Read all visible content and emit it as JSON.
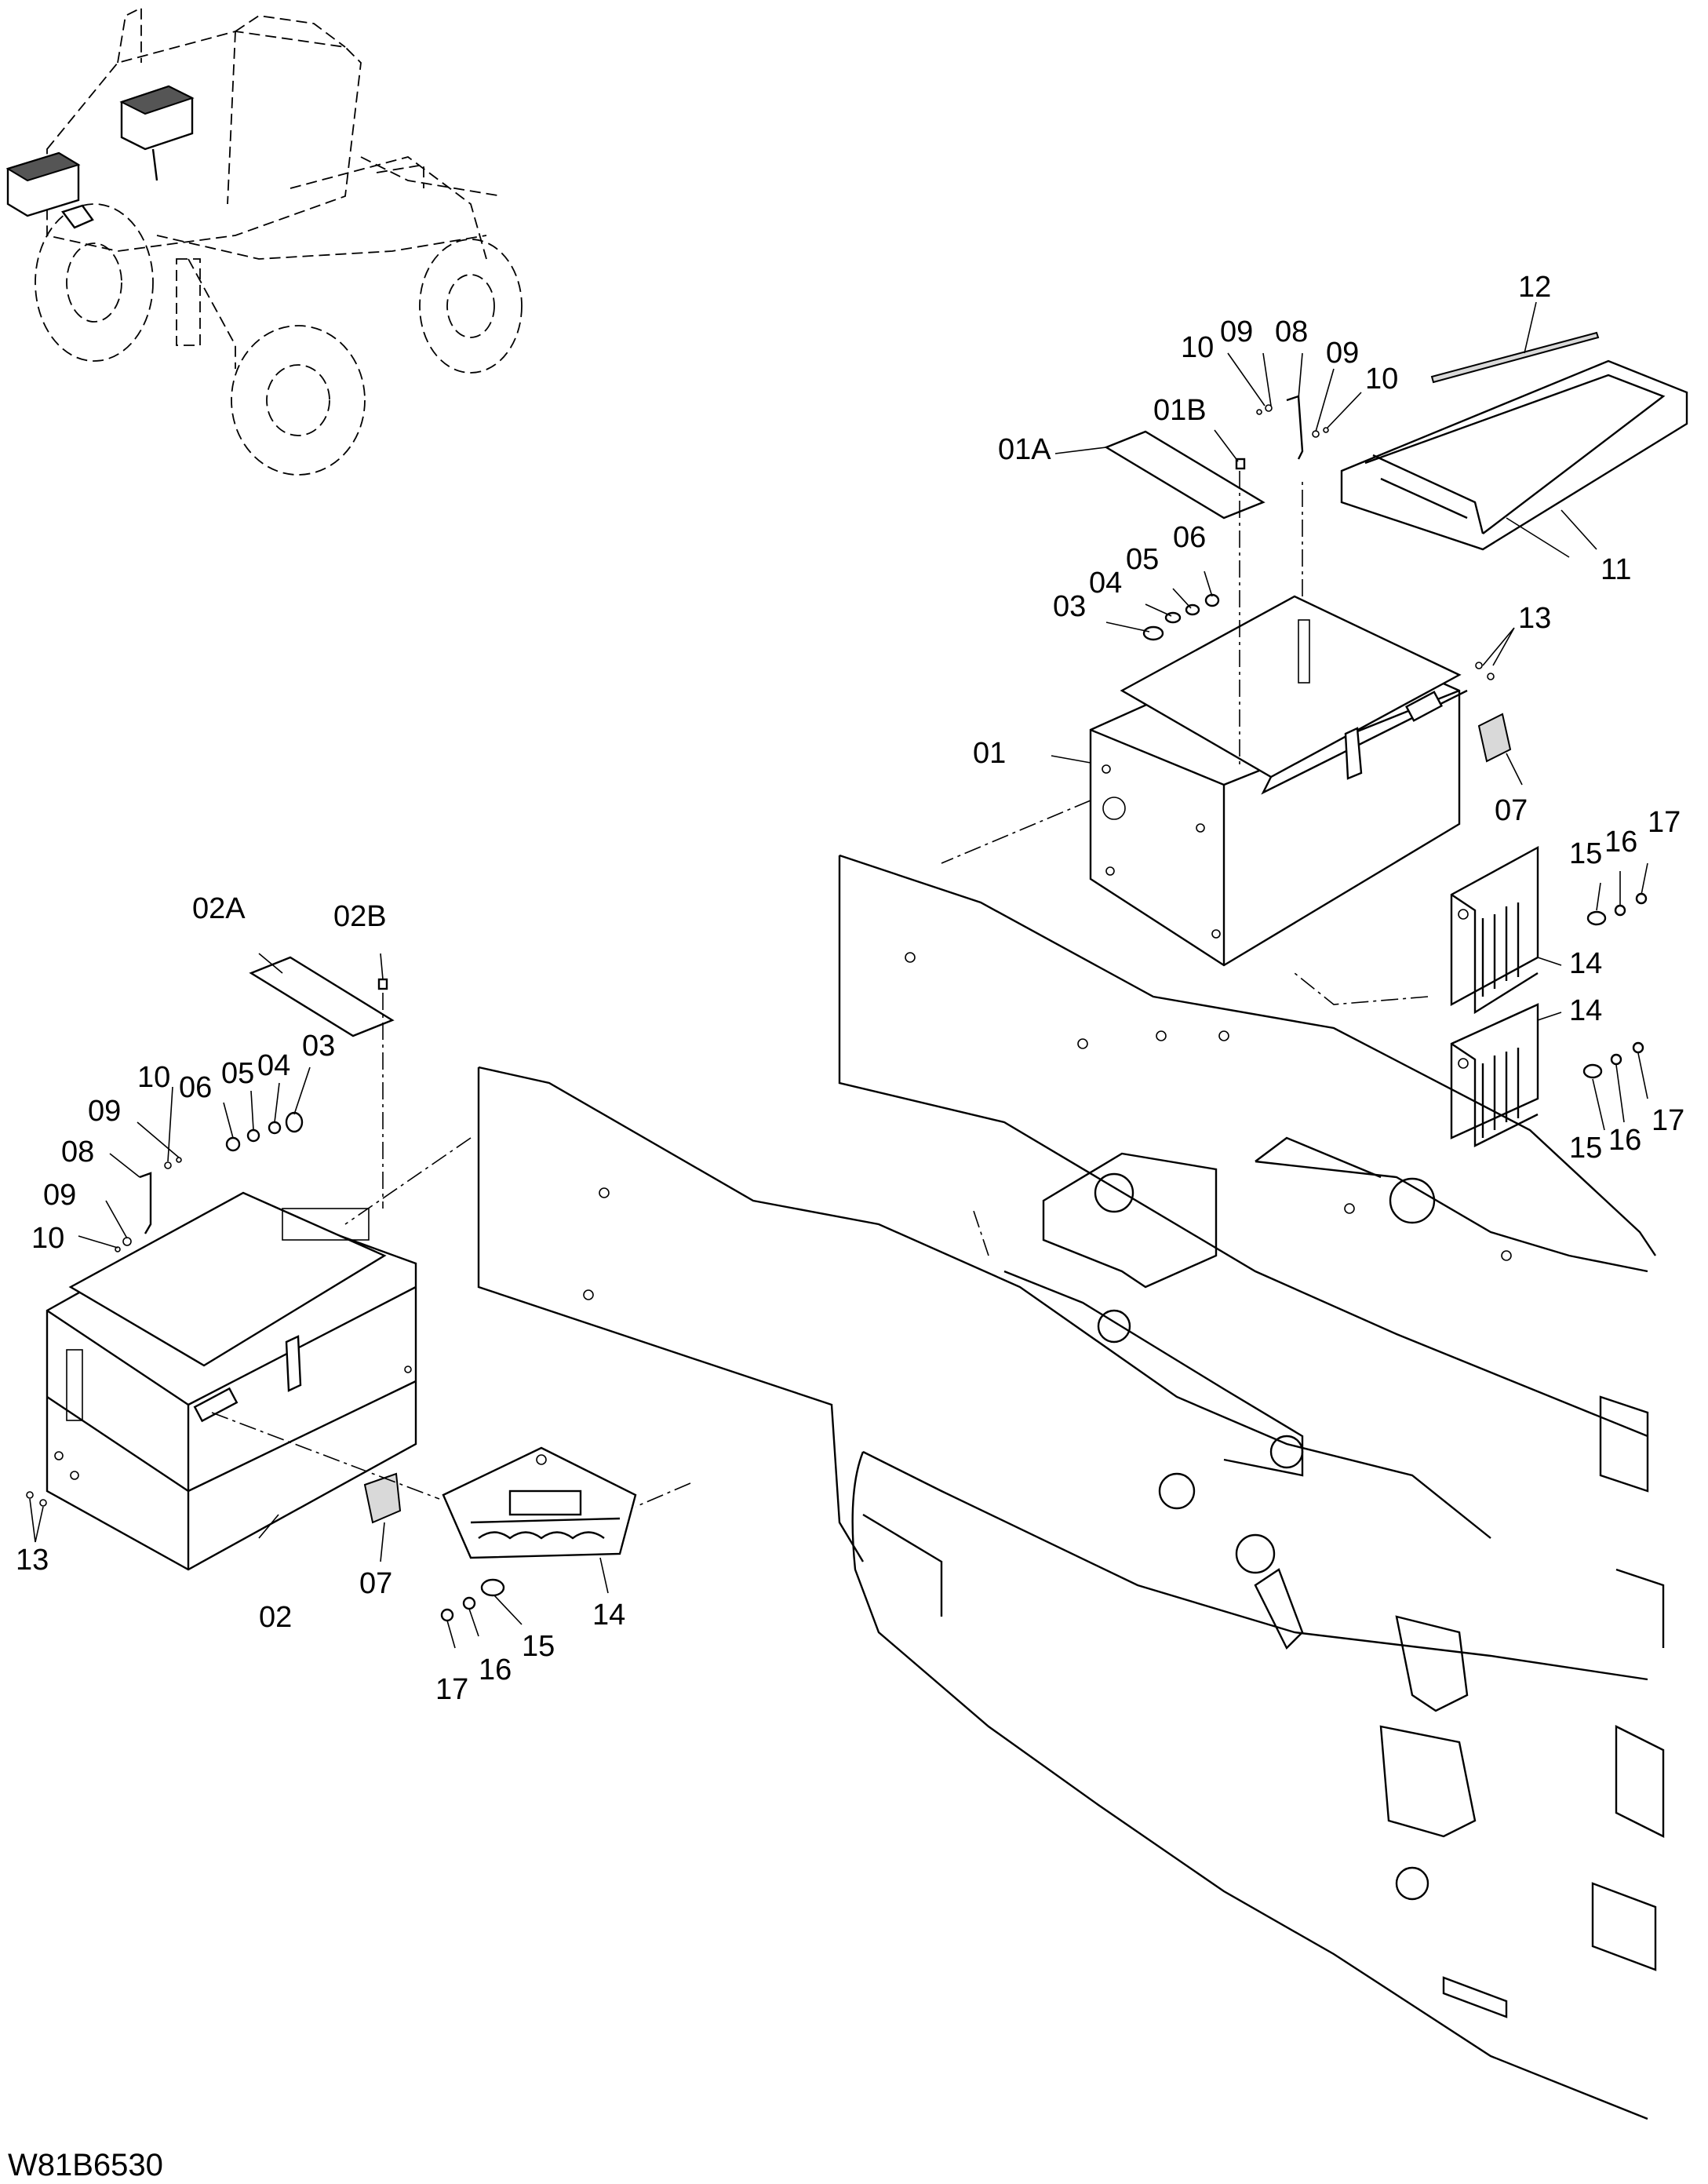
{
  "drawing_code": "W81B6530",
  "callouts": [
    {
      "id": "c-01",
      "text": "01"
    },
    {
      "id": "c-01a",
      "text": "01A"
    },
    {
      "id": "c-01b",
      "text": "01B"
    },
    {
      "id": "c-02",
      "text": "02"
    },
    {
      "id": "c-02a",
      "text": "02A"
    },
    {
      "id": "c-02b",
      "text": "02B"
    },
    {
      "id": "c-03a",
      "text": "03"
    },
    {
      "id": "c-03b",
      "text": "03"
    },
    {
      "id": "c-04a",
      "text": "04"
    },
    {
      "id": "c-04b",
      "text": "04"
    },
    {
      "id": "c-05a",
      "text": "05"
    },
    {
      "id": "c-05b",
      "text": "05"
    },
    {
      "id": "c-06a",
      "text": "06"
    },
    {
      "id": "c-06b",
      "text": "06"
    },
    {
      "id": "c-07a",
      "text": "07"
    },
    {
      "id": "c-07b",
      "text": "07"
    },
    {
      "id": "c-08a",
      "text": "08"
    },
    {
      "id": "c-08b",
      "text": "08"
    },
    {
      "id": "c-09a",
      "text": "09"
    },
    {
      "id": "c-09b",
      "text": "09"
    },
    {
      "id": "c-09c",
      "text": "09"
    },
    {
      "id": "c-09d",
      "text": "09"
    },
    {
      "id": "c-10a",
      "text": "10"
    },
    {
      "id": "c-10b",
      "text": "10"
    },
    {
      "id": "c-10c",
      "text": "10"
    },
    {
      "id": "c-10d",
      "text": "10"
    },
    {
      "id": "c-11",
      "text": "11"
    },
    {
      "id": "c-12",
      "text": "12"
    },
    {
      "id": "c-13a",
      "text": "13"
    },
    {
      "id": "c-13b",
      "text": "13"
    },
    {
      "id": "c-14a",
      "text": "14"
    },
    {
      "id": "c-14b",
      "text": "14"
    },
    {
      "id": "c-14c",
      "text": "14"
    },
    {
      "id": "c-15a",
      "text": "15"
    },
    {
      "id": "c-15b",
      "text": "15"
    },
    {
      "id": "c-15c",
      "text": "15"
    },
    {
      "id": "c-16a",
      "text": "16"
    },
    {
      "id": "c-16b",
      "text": "16"
    },
    {
      "id": "c-16c",
      "text": "16"
    },
    {
      "id": "c-17a",
      "text": "17"
    },
    {
      "id": "c-17b",
      "text": "17"
    },
    {
      "id": "c-17c",
      "text": "17"
    }
  ]
}
